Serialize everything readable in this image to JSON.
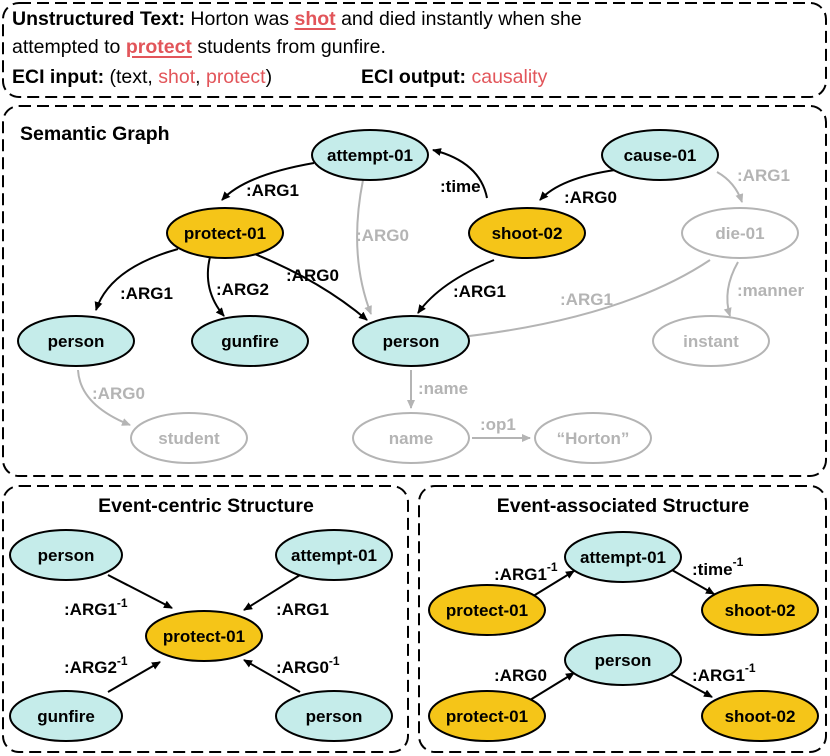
{
  "header": {
    "unstructured_label": "Unstructured Text:",
    "sentence_part1": "Horton was",
    "word_shot": "shot",
    "sentence_part2": "and died instantly when she",
    "sentence_part3": "attempted to",
    "word_protect": "protect",
    "sentence_part4": "students from gunfire.",
    "eci_input_label": "ECI input:",
    "eci_input_open": "(text,",
    "eci_input_arg1": "shot",
    "eci_input_comma": ",",
    "eci_input_arg2": "protect",
    "eci_input_close": ")",
    "eci_output_label": "ECI output:",
    "eci_output_value": "causality"
  },
  "semantic_graph": {
    "title": "Semantic Graph",
    "nodes": {
      "attempt": "attempt-01",
      "cause": "cause-01",
      "protect": "protect-01",
      "shoot": "shoot-02",
      "die": "die-01",
      "person_left": "person",
      "gunfire": "gunfire",
      "person_mid": "person",
      "instant": "instant",
      "student": "student",
      "name": "name",
      "horton": "“Horton”"
    },
    "edges": {
      "attempt_protect": ":ARG1",
      "attempt_person": ":ARG0",
      "shoot_attempt": ":time",
      "cause_shoot": ":ARG0",
      "cause_die": ":ARG1",
      "protect_person_left": ":ARG1",
      "protect_gunfire": ":ARG2",
      "protect_person_mid": ":ARG0",
      "shoot_person": ":ARG1",
      "die_person": ":ARG1",
      "die_instant": ":manner",
      "person_student": ":ARG0",
      "person_name": ":name",
      "name_horton": ":op1"
    }
  },
  "event_centric": {
    "title": "Event-centric Structure",
    "nodes": {
      "person_top": "person",
      "attempt": "attempt-01",
      "protect": "protect-01",
      "gunfire": "gunfire",
      "person_bottom": "person"
    },
    "edges": {
      "person_top": ":ARG1",
      "person_top_sup": "-1",
      "attempt": ":ARG1",
      "gunfire": ":ARG2",
      "gunfire_sup": "-1",
      "person_bottom": ":ARG0",
      "person_bottom_sup": "-1"
    }
  },
  "event_associated": {
    "title": "Event-associated Structure",
    "nodes": {
      "protect_top": "protect-01",
      "attempt": "attempt-01",
      "shoot_top": "shoot-02",
      "protect_bottom": "protect-01",
      "person": "person",
      "shoot_bottom": "shoot-02"
    },
    "edges": {
      "protect_attempt": ":ARG1",
      "protect_attempt_sup": "-1",
      "attempt_shoot": ":time",
      "attempt_shoot_sup": "-1",
      "protect_person": ":ARG0",
      "person_shoot": ":ARG1",
      "person_shoot_sup": "-1"
    }
  },
  "colors": {
    "event_fill": "#f5c518",
    "entity_fill": "#c5ecea",
    "text_red": "#e2555a",
    "faded": "#b4b4b4"
  }
}
